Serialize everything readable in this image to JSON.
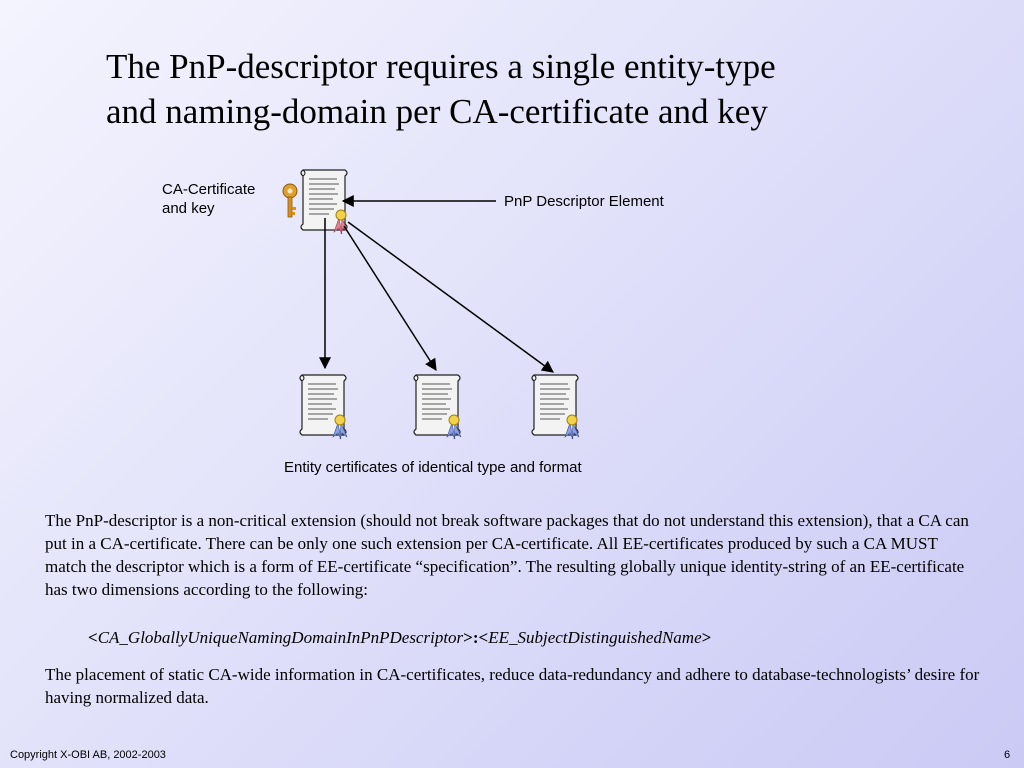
{
  "slide": {
    "title_line1": "The PnP-descriptor requires a single entity-type",
    "title_line2": "and naming-domain per CA-certificate and key"
  },
  "diagram": {
    "ca_label_line1": "CA-Certificate",
    "ca_label_line2": "and key",
    "descriptor_label": "PnP Descriptor Element",
    "entity_label": "Entity certificates of identical type and format",
    "icons": [
      "key-icon",
      "ca-certificate-icon",
      "entity-certificate-icon"
    ]
  },
  "body": {
    "paragraph1": "The PnP-descriptor is a non-critical extension (should not break software packages that do not understand this extension), that a CA can put in a CA-certificate.  There can be only one such extension per CA-certificate.  All EE-certificates produced by such a CA MUST match the descriptor which is a form of EE-certificate “specification”.  The resulting globally unique identity-string of an EE-certificate has two dimensions according to the following:",
    "formula_open1": "<",
    "formula_part1": "CA_GloballyUniqueNamingDomainInPnPDescriptor",
    "formula_sep": ">:<",
    "formula_part2": "EE_SubjectDistinguishedName",
    "formula_close2": ">",
    "paragraph2": "The placement of static CA-wide information in CA-certificates, reduce data-redundancy and adhere to database-technologists’ desire for having normalized data."
  },
  "footer": {
    "copyright": "Copyright X-OBI AB, 2002-2003",
    "page_number": "6"
  }
}
